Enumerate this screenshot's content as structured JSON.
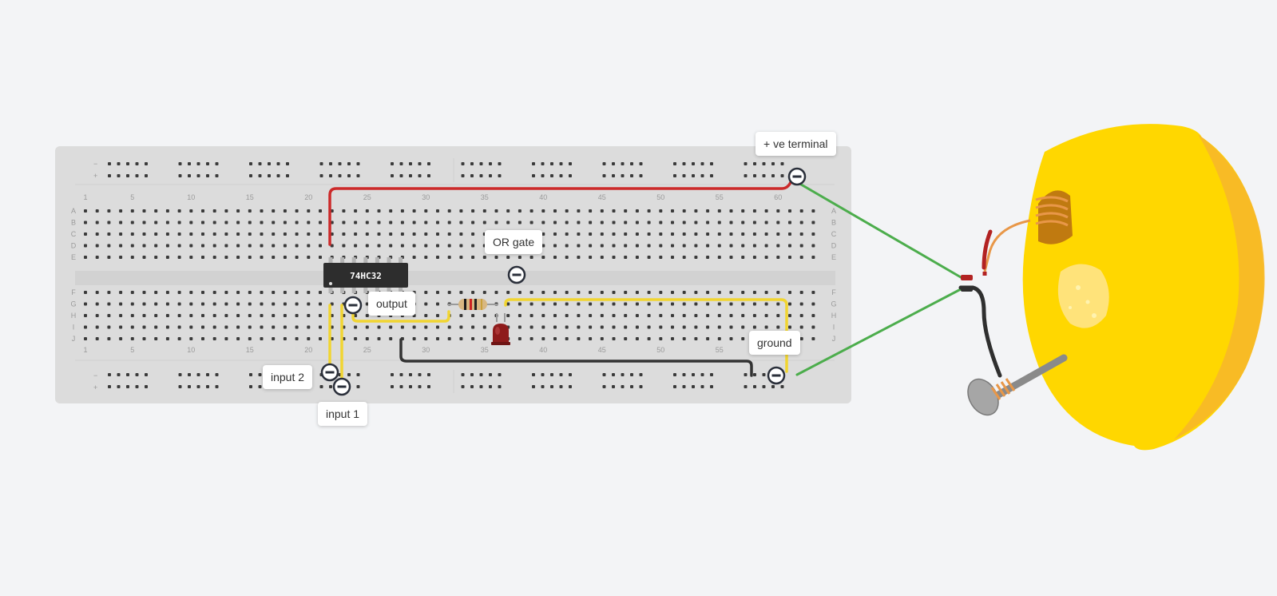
{
  "breadboard": {
    "column_numbers": [
      "1",
      "5",
      "10",
      "15",
      "20",
      "25",
      "30",
      "35",
      "40",
      "45",
      "50",
      "55",
      "60"
    ],
    "row_letters_top": [
      "A",
      "B",
      "C",
      "D",
      "E"
    ],
    "row_letters_bottom": [
      "F",
      "G",
      "H",
      "I",
      "J"
    ],
    "rail_minus": "−",
    "rail_plus": "+"
  },
  "chip": {
    "label": "74HC32"
  },
  "labels": {
    "ve_terminal": "+ ve terminal",
    "or_gate": "OR gate",
    "output": "output",
    "ground": "ground",
    "input2": "input 2",
    "input1": "input 1"
  },
  "colors": {
    "wire_red": "#cc2a2a",
    "wire_yellow": "#f1d531",
    "wire_black": "#333333",
    "wire_green": "#4cad4c",
    "lemon": "#ffd700",
    "breadboard": "#dcdcdc"
  }
}
